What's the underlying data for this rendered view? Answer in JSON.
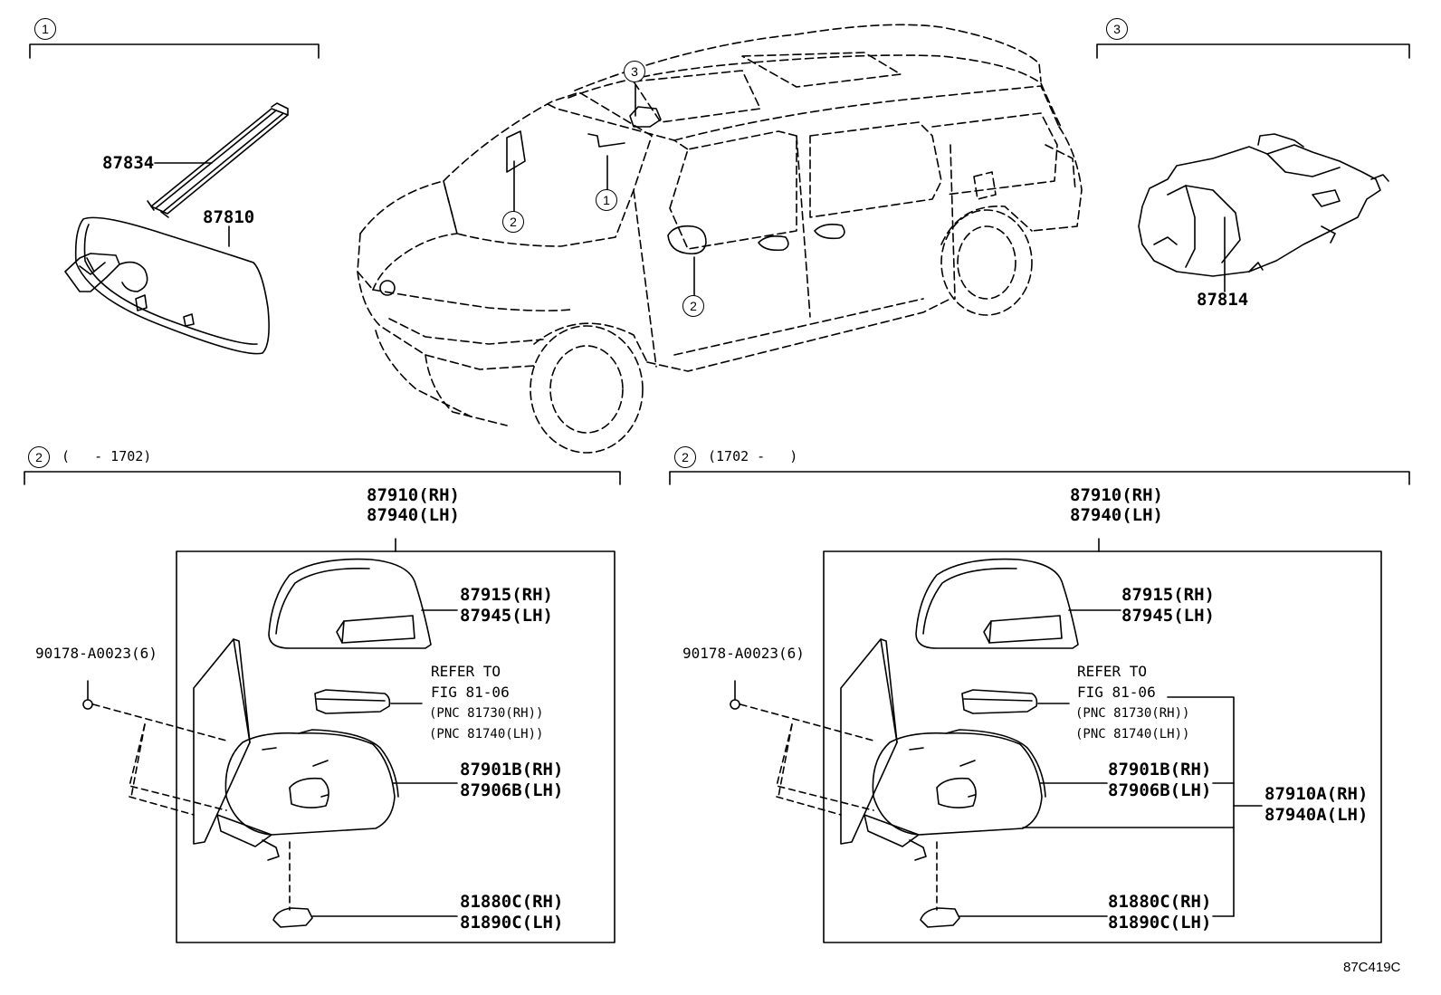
{
  "diagram_code": "87C419C",
  "sections": {
    "s1": {
      "num": "1"
    },
    "s3": {
      "num": "3"
    },
    "s2a": {
      "num": "2",
      "range": "(   - 1702)"
    },
    "s2b": {
      "num": "2",
      "range": "(1702 -   )"
    }
  },
  "car_callouts": [
    "3",
    "1",
    "2",
    "2"
  ],
  "parts_top": {
    "p87834": "87834",
    "p87810": "87810",
    "p87814": "87814"
  },
  "left_panel": {
    "assy_rh": "87910(RH)",
    "assy_lh": "87940(LH)",
    "cover_rh": "87915(RH)",
    "cover_lh": "87945(LH)",
    "screw": "90178-A0023(6)",
    "refer1": "REFER TO",
    "refer2": "FIG 81-06",
    "pnc1": "(PNC 81730(RH))",
    "pnc2": "(PNC 81740(LH))",
    "body_rh": "87901B(RH)",
    "body_lh": "87906B(LH)",
    "lamp_rh": "81880C(RH)",
    "lamp_lh": "81890C(LH)"
  },
  "right_panel": {
    "assy_rh": "87910(RH)",
    "assy_lh": "87940(LH)",
    "cover_rh": "87915(RH)",
    "cover_lh": "87945(LH)",
    "screw": "90178-A0023(6)",
    "refer1": "REFER TO",
    "refer2": "FIG 81-06",
    "pnc1": "(PNC 81730(RH))",
    "pnc2": "(PNC 81740(LH))",
    "body_rh": "87901B(RH)",
    "body_lh": "87906B(LH)",
    "lamp_rh": "81880C(RH)",
    "lamp_lh": "81890C(LH)",
    "sub_rh": "87910A(RH)",
    "sub_lh": "87940A(LH)"
  }
}
